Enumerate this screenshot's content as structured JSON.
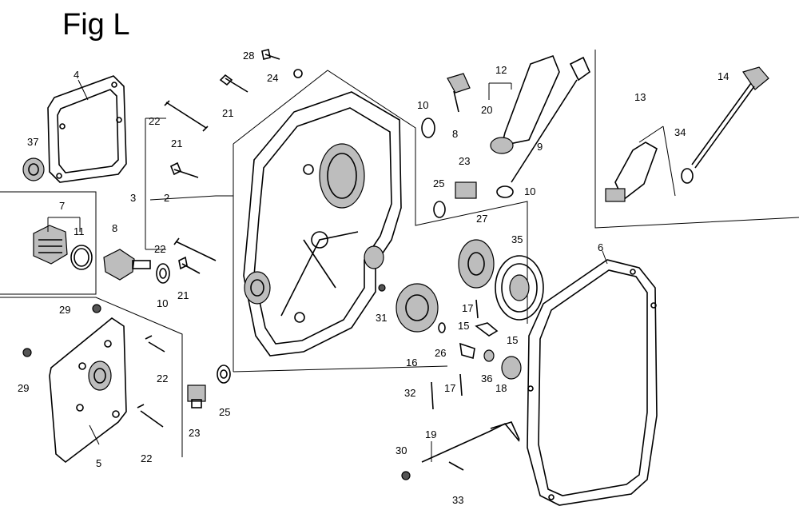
{
  "title": "Fig L",
  "callouts": [
    {
      "id": "c-28",
      "label": "28"
    },
    {
      "id": "c-24",
      "label": "24"
    },
    {
      "id": "c-21a",
      "label": "21"
    },
    {
      "id": "c-4",
      "label": "4"
    },
    {
      "id": "c-37",
      "label": "37"
    },
    {
      "id": "c-22a",
      "label": "22"
    },
    {
      "id": "c-21b",
      "label": "21"
    },
    {
      "id": "c-3",
      "label": "3"
    },
    {
      "id": "c-2",
      "label": "2"
    },
    {
      "id": "c-7",
      "label": "7"
    },
    {
      "id": "c-11",
      "label": "11"
    },
    {
      "id": "c-8a",
      "label": "8"
    },
    {
      "id": "c-22b",
      "label": "22"
    },
    {
      "id": "c-10a",
      "label": "10"
    },
    {
      "id": "c-21c",
      "label": "21"
    },
    {
      "id": "c-29a",
      "label": "29"
    },
    {
      "id": "c-29b",
      "label": "29"
    },
    {
      "id": "c-22c",
      "label": "22"
    },
    {
      "id": "c-23a",
      "label": "23"
    },
    {
      "id": "c-25a",
      "label": "25"
    },
    {
      "id": "c-22d",
      "label": "22"
    },
    {
      "id": "c-5",
      "label": "5"
    },
    {
      "id": "c-10b",
      "label": "10"
    },
    {
      "id": "c-8b",
      "label": "8"
    },
    {
      "id": "c-12",
      "label": "12"
    },
    {
      "id": "c-20",
      "label": "20"
    },
    {
      "id": "c-9",
      "label": "9"
    },
    {
      "id": "c-23b",
      "label": "23"
    },
    {
      "id": "c-25b",
      "label": "25"
    },
    {
      "id": "c-10c",
      "label": "10"
    },
    {
      "id": "c-27",
      "label": "27"
    },
    {
      "id": "c-35",
      "label": "35"
    },
    {
      "id": "c-31",
      "label": "31"
    },
    {
      "id": "c-16",
      "label": "16"
    },
    {
      "id": "c-26",
      "label": "26"
    },
    {
      "id": "c-17a",
      "label": "17"
    },
    {
      "id": "c-15a",
      "label": "15"
    },
    {
      "id": "c-15b",
      "label": "15"
    },
    {
      "id": "c-36",
      "label": "36"
    },
    {
      "id": "c-18",
      "label": "18"
    },
    {
      "id": "c-17b",
      "label": "17"
    },
    {
      "id": "c-32",
      "label": "32"
    },
    {
      "id": "c-19",
      "label": "19"
    },
    {
      "id": "c-30",
      "label": "30"
    },
    {
      "id": "c-33",
      "label": "33"
    },
    {
      "id": "c-14",
      "label": "14"
    },
    {
      "id": "c-13",
      "label": "13"
    },
    {
      "id": "c-34",
      "label": "34"
    },
    {
      "id": "c-6",
      "label": "6"
    }
  ]
}
